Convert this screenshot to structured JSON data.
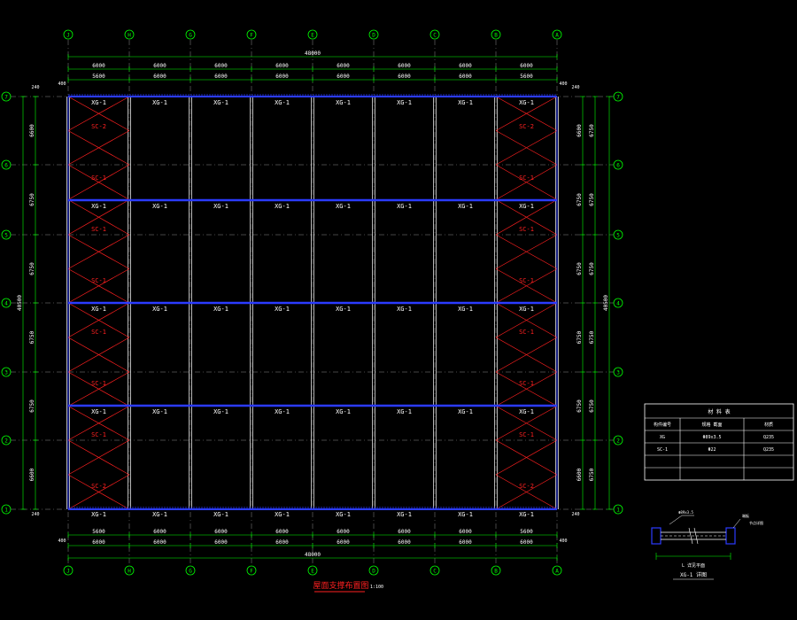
{
  "colors": {
    "background": "#000000",
    "dim": "#00ff00",
    "grid": "#ffffff",
    "beam": "#2b3bff",
    "column": "#2b3bff",
    "brace": "#ff2020",
    "label": "#ffffff",
    "title": "#ff2020"
  },
  "drawing": {
    "title": "屋面支撑布置图",
    "scale_note": "1:100"
  },
  "grid": {
    "vertical_labels": [
      "A",
      "B",
      "C",
      "D",
      "E",
      "F",
      "G",
      "H",
      "J"
    ],
    "horizontal_labels": [
      "1",
      "2",
      "3",
      "4",
      "5",
      "6",
      "7"
    ],
    "total_length": "48000",
    "total_width": "40500",
    "bay_dims": [
      "6000",
      "6000",
      "6000",
      "6000",
      "6000",
      "6000",
      "6000",
      "6000"
    ],
    "bay_dims_inner": [
      "5600",
      "6000",
      "6000",
      "6000",
      "6000",
      "6000",
      "6000",
      "5600"
    ],
    "edge_dim": "400",
    "edge_side_dim": "240",
    "bay_dims_side": [
      "6600",
      "6750",
      "6750",
      "6750",
      "6750",
      "6600"
    ],
    "bay_dims_side_outer": [
      "6750",
      "6750",
      "6750",
      "6750",
      "6750",
      "6750"
    ]
  },
  "members": {
    "strut_label": "XG-1",
    "brace_1": "SC-1",
    "brace_2": "SC-2"
  },
  "table": {
    "title": "材 料 表",
    "headers": [
      "构件编号",
      "规格 截面",
      "材质"
    ],
    "rows": [
      [
        "XG",
        "Φ89x3.5",
        "Q235"
      ],
      [
        "SC-1",
        "Φ22",
        "Q235"
      ],
      [
        "",
        "",
        ""
      ],
      [
        "",
        "",
        ""
      ]
    ]
  },
  "detail": {
    "caption": "XG-1 详图",
    "note_left": "Φ89x3.5",
    "note_right": "端板",
    "note_right_2": "节点详图",
    "dim_label": "L 详见平面"
  }
}
